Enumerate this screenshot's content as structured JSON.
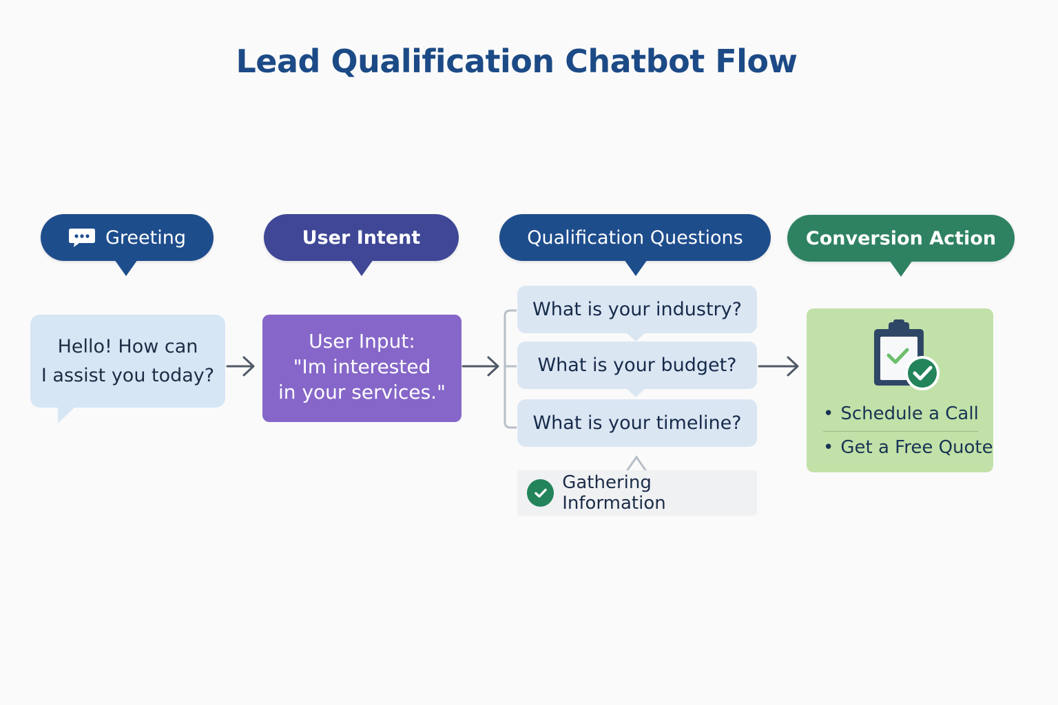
{
  "title": "Lead Qualification Chatbot Flow",
  "stages": {
    "greeting": {
      "label": "Greeting",
      "icon": "chat-bubble-icon",
      "message_line1": "Hello! How can",
      "message_line2": "I assist you today?"
    },
    "intent": {
      "label": "User Intent",
      "line1": "User Input:",
      "line2": "\"Im interested",
      "line3": "in your services.\""
    },
    "qualification": {
      "label": "Qualification Questions",
      "questions": [
        "What is your industry?",
        "What is your budget?",
        "What is your timeline?"
      ],
      "status": "Gathering Information",
      "status_icon": "check-circle-icon"
    },
    "conversion": {
      "label": "Conversion Action",
      "icon": "clipboard-check-icon",
      "actions": [
        "Schedule a Call",
        "Get a Free Quote"
      ]
    }
  },
  "colors": {
    "title": "#1c4a86",
    "greeting": "#1e4d8c",
    "intent": "#3f4796",
    "intent_box": "#8667c9",
    "qualification": "#1e4d8c",
    "conversion": "#2e8262",
    "conversion_box": "#c1e1a8",
    "check": "#23845b"
  }
}
